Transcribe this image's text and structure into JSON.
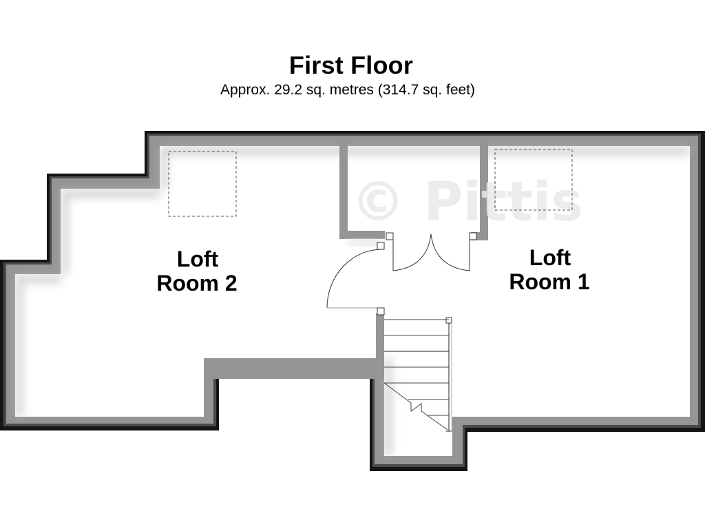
{
  "header": {
    "title": "First Floor",
    "subtitle": "Approx. 29.2 sq. metres (314.7 sq. feet)"
  },
  "watermark": "© Pittis",
  "rooms": [
    {
      "id": "loft-room-2",
      "line1": "Loft",
      "line2": "Room 2"
    },
    {
      "id": "loft-room-1",
      "line1": "Loft",
      "line2": "Room 1"
    }
  ],
  "features": {
    "skylights": 2,
    "doors": [
      "single-swing-door",
      "double-doors"
    ],
    "staircase": "winding-stair"
  },
  "colors": {
    "wall_fill": "#959497",
    "wall_outline": "#111111",
    "floor": "#ffffff",
    "watermark": "#e9e9ec"
  }
}
